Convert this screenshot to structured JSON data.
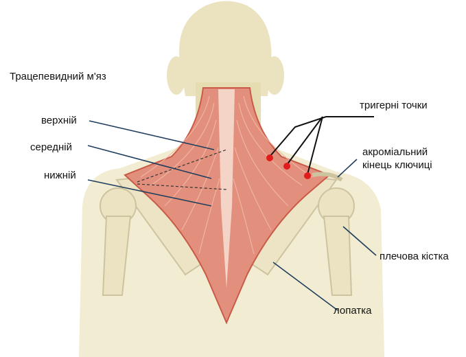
{
  "title": "Трацепевидний м'яз",
  "labels": {
    "upper": "верхній",
    "middle": "середній",
    "lower": "нижній",
    "trigger_points": "тригерні точки",
    "acromial_line1": "акроміальний",
    "acromial_line2": "кінець ключиці",
    "humerus": "плечова кістка",
    "scapula": "лопатка"
  },
  "colors": {
    "skin": "#ede6c4",
    "bone": "#ebe3c2",
    "bone_outline": "#cdc39f",
    "muscle": "#e2907d",
    "muscle_dark": "#c95a47",
    "fiber": "#f7d3c6",
    "trigger_point": "#e01c1c",
    "leader": "#1f3e5e"
  }
}
